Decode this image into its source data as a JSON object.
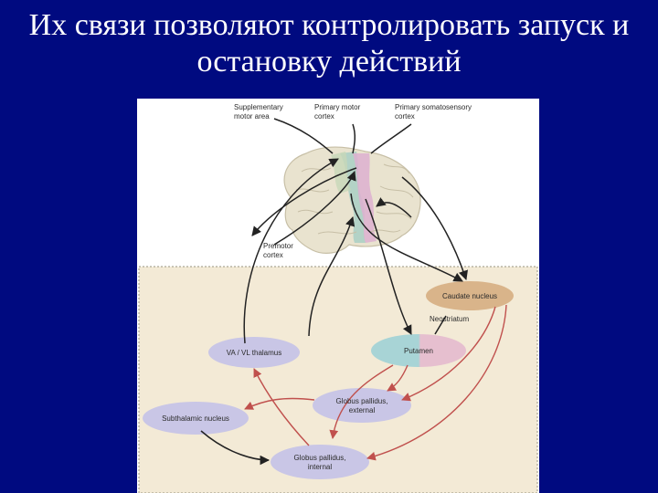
{
  "slide": {
    "title_line1": "Их связи позволяют контролировать запуск и",
    "title_line2": "остановку действий"
  },
  "diagram": {
    "labels": {
      "supplementary_line1": "Supplementary",
      "supplementary_line2": "motor area",
      "primary_motor_line1": "Primary motor",
      "primary_motor_line2": "cortex",
      "somatosensory_line1": "Primary somatosensory",
      "somatosensory_line2": "cortex",
      "premotor_line1": "Premotor",
      "premotor_line2": "cortex",
      "caudate": "Caudate nucleus",
      "neostriatum": "Neostriatum",
      "thalamus": "VA / VL thalamus",
      "putamen": "Putamen",
      "gp_external_line1": "Globus pallidus,",
      "gp_external_line2": "external",
      "subthalamic": "Subthalamic nucleus",
      "gp_internal_line1": "Globus pallidus,",
      "gp_internal_line2": "internal"
    },
    "colors": {
      "background_panel": "#f3ead6",
      "brain": "#e9e3cf",
      "nucleus": "#c9c6e6",
      "caudate": "#d9b48a",
      "excitatory_arrow": "#222222",
      "inhibitory_arrow": "#c0504d"
    }
  }
}
